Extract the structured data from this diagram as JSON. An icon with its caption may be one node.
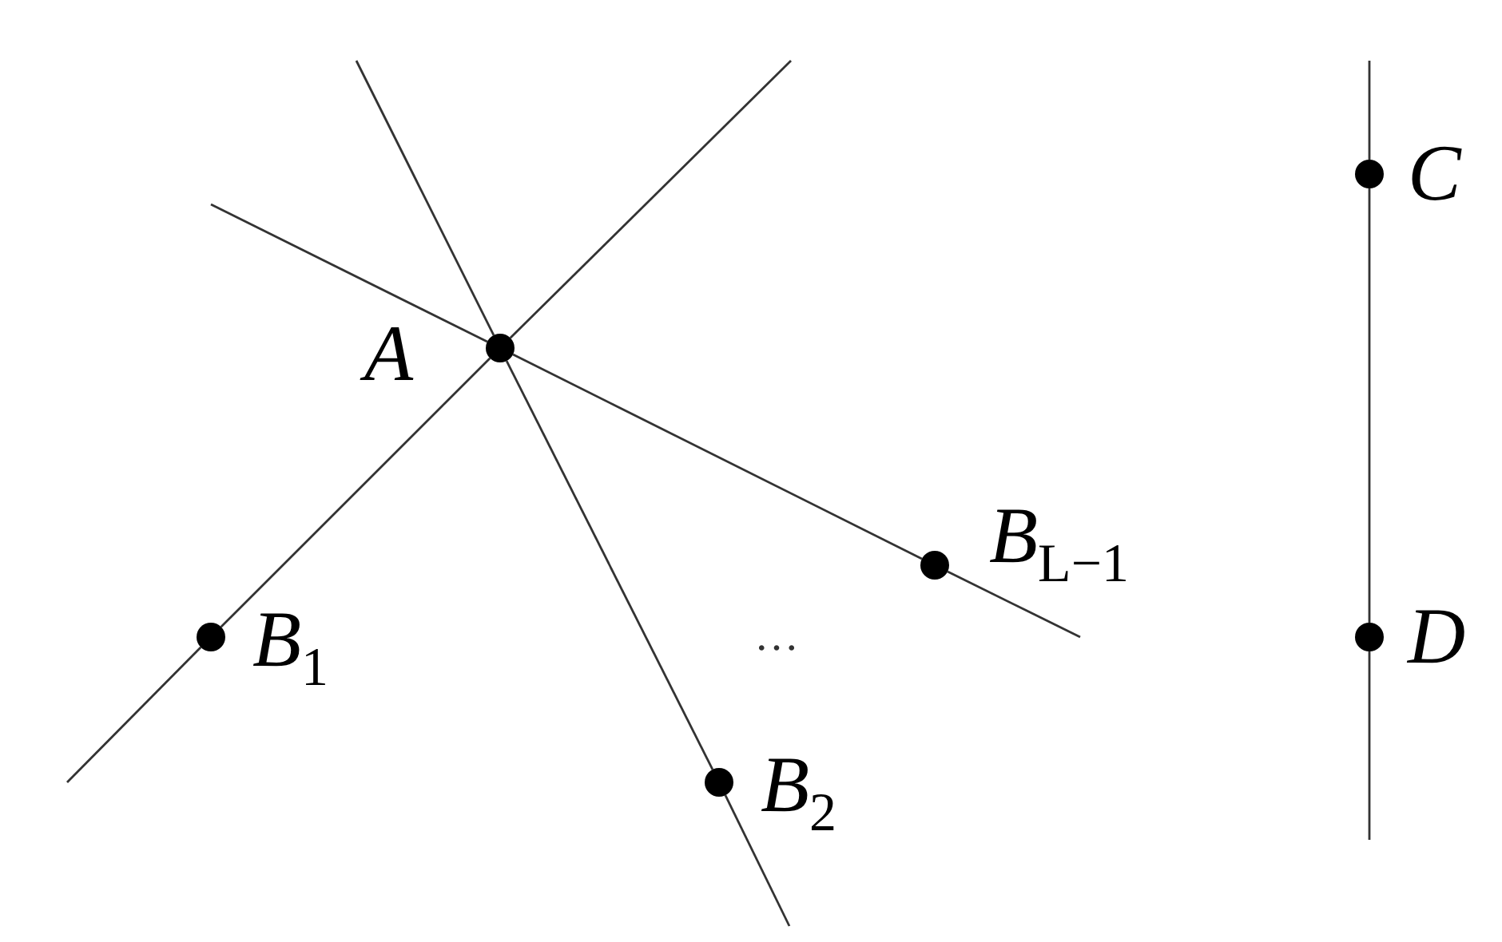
{
  "diagram": {
    "nodes": [
      {
        "text": [
          "A"
        ]
      },
      {
        "text": [
          "B$_{1}$"
        ]
      },
      {
        "text": [
          "B$_{2}$"
        ]
      },
      {
        "text": [
          "B$_{L−1}$"
        ]
      },
      {
        "text": [
          "C"
        ]
      },
      {
        "text": [
          "D"
        ]
      }
    ],
    "edges": [
      {
        "from": 0,
        "to": 1,
        "arrow": "none"
      },
      {
        "from": 0,
        "to": 2,
        "arrow": "none"
      },
      {
        "from": 0,
        "to": 3,
        "arrow": "none"
      },
      {
        "from": 4,
        "to": 5,
        "arrow": "none"
      }
    ],
    "labels": [
      "…"
    ]
  }
}
